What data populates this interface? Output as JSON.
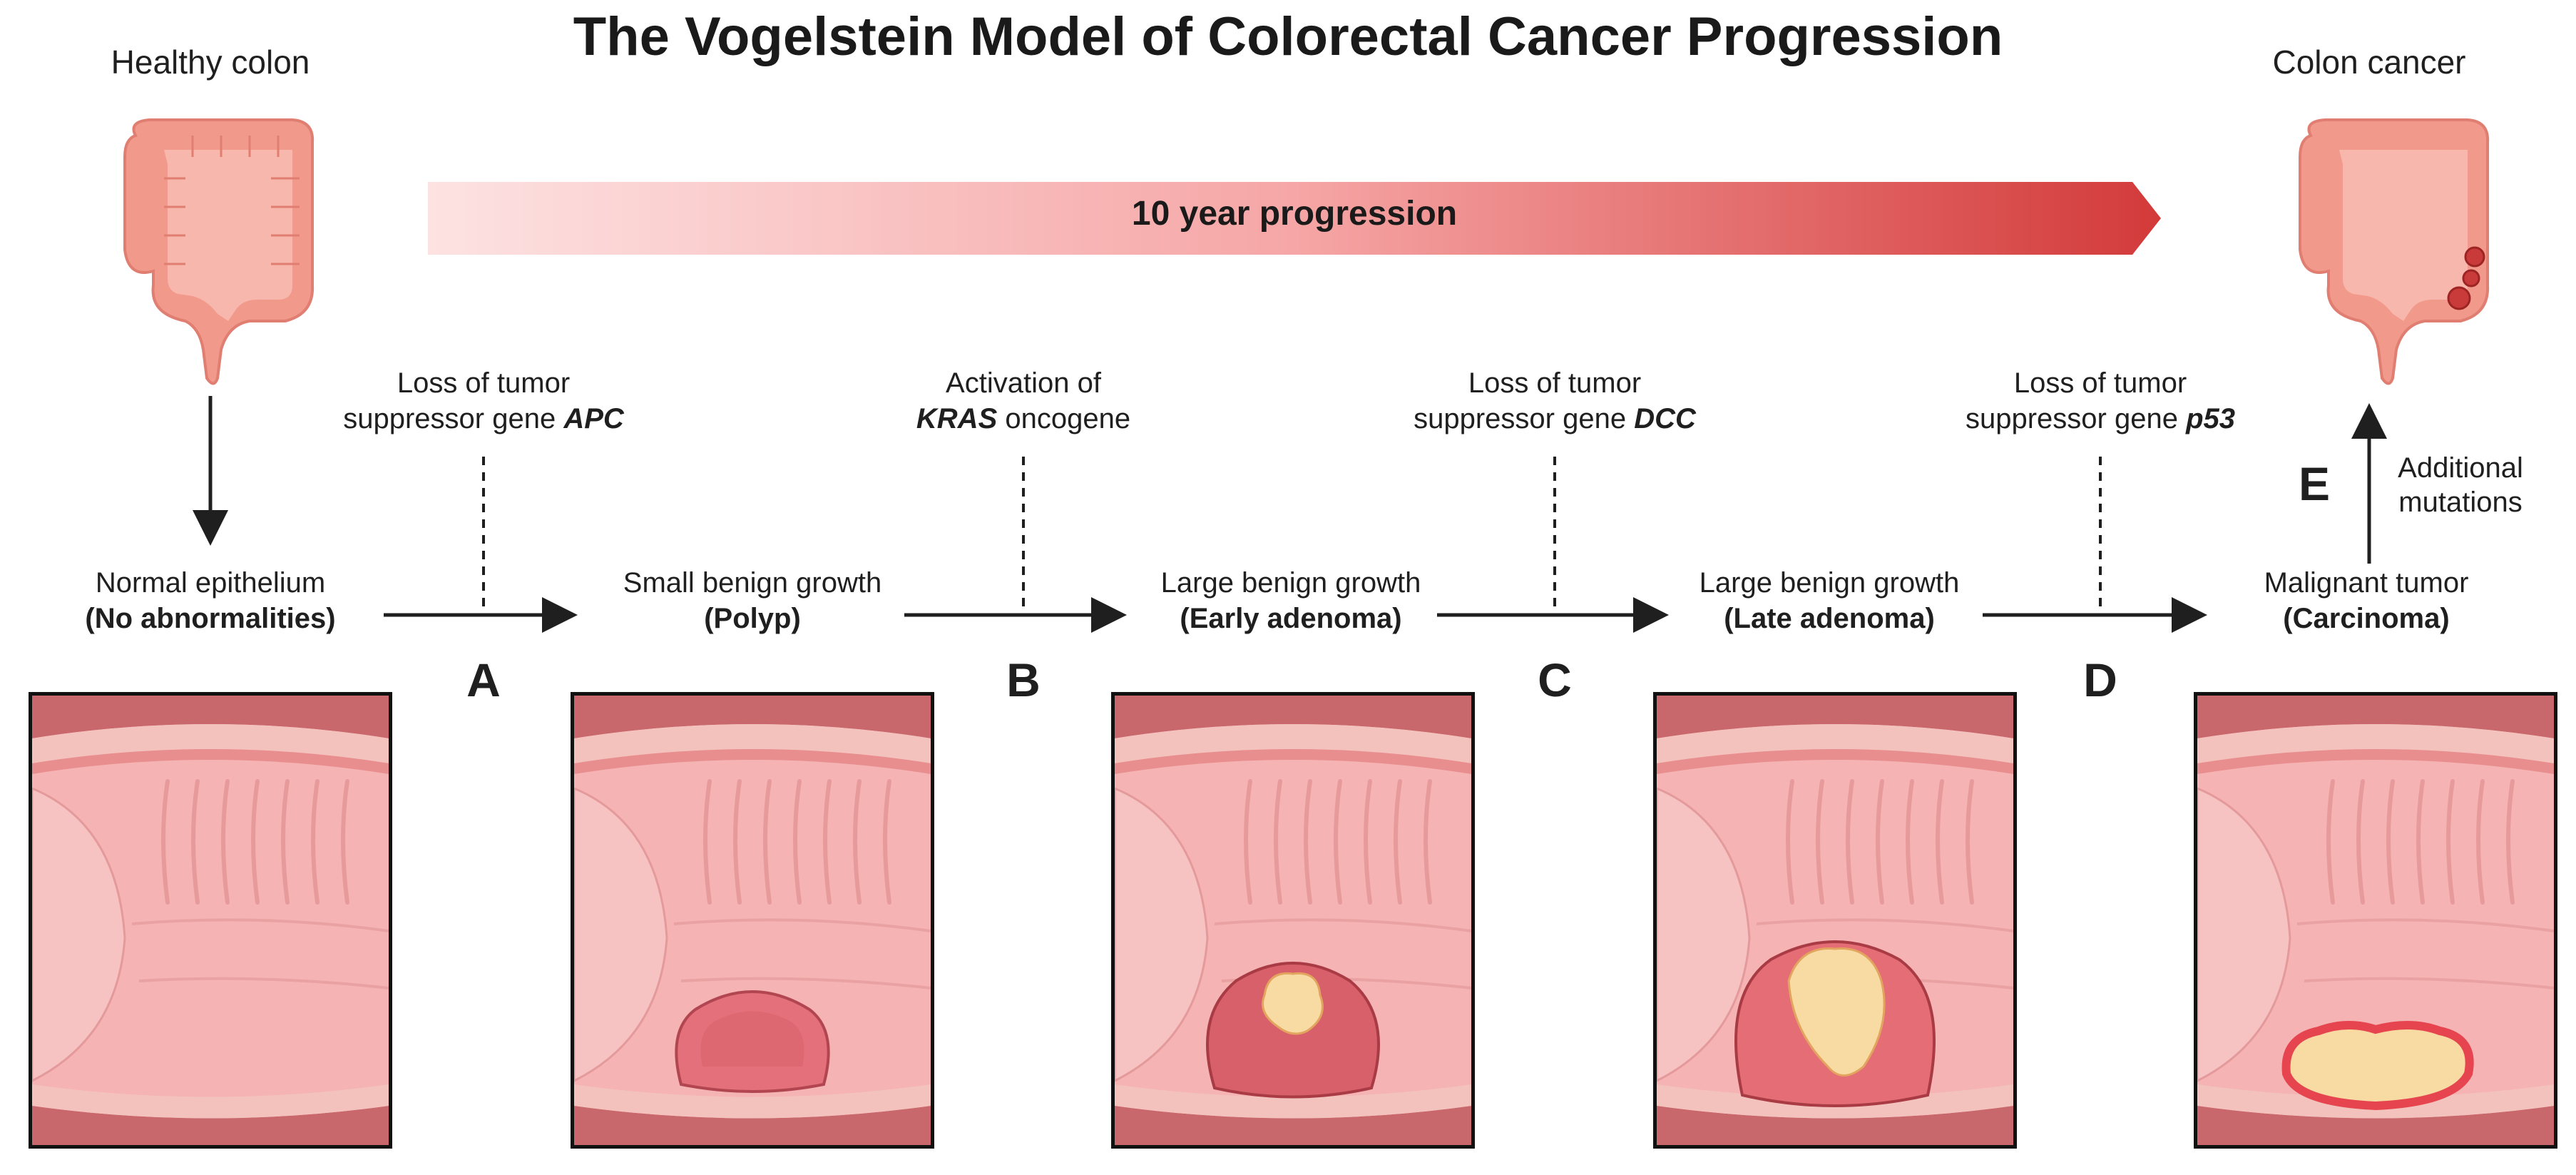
{
  "title": "The Vogelstein Model of Colorectal Cancer Progression",
  "healthy_colon_label": "Healthy colon",
  "colon_cancer_label": "Colon cancer",
  "progression_label": "10 year progression",
  "stages": [
    {
      "line1": "Normal epithelium",
      "line2": "(No abnormalities)"
    },
    {
      "line1": "Small benign growth",
      "line2": "(Polyp)"
    },
    {
      "line1": "Large benign growth",
      "line2": "(Early adenoma)"
    },
    {
      "line1": "Large benign growth",
      "line2": "(Late adenoma)"
    },
    {
      "line1": "Malignant tumor",
      "line2": "(Carcinoma)"
    }
  ],
  "mutations": [
    {
      "line1": "Loss of tumor",
      "line2_pre": "suppressor gene ",
      "gene": "APC",
      "line2_post": "",
      "letter": "A"
    },
    {
      "line1": "Activation of",
      "line2_pre": "",
      "gene": "KRAS",
      "line2_post": " oncogene",
      "letter": "B"
    },
    {
      "line1": "Loss of tumor",
      "line2_pre": "suppressor gene ",
      "gene": "DCC",
      "line2_post": "",
      "letter": "C"
    },
    {
      "line1": "Loss of tumor",
      "line2_pre": "suppressor gene ",
      "gene": "p53",
      "line2_post": "",
      "letter": "D"
    }
  ],
  "additional": {
    "letter": "E",
    "line1": "Additional",
    "line2": "mutations"
  },
  "colors": {
    "colon": "#f19a8c",
    "tissue": "#f5b3b3",
    "fold_dark": "#c9686c",
    "tumor": "#f7dba3",
    "gradient_start": "#fde2e2",
    "gradient_end": "#d33a3a"
  }
}
